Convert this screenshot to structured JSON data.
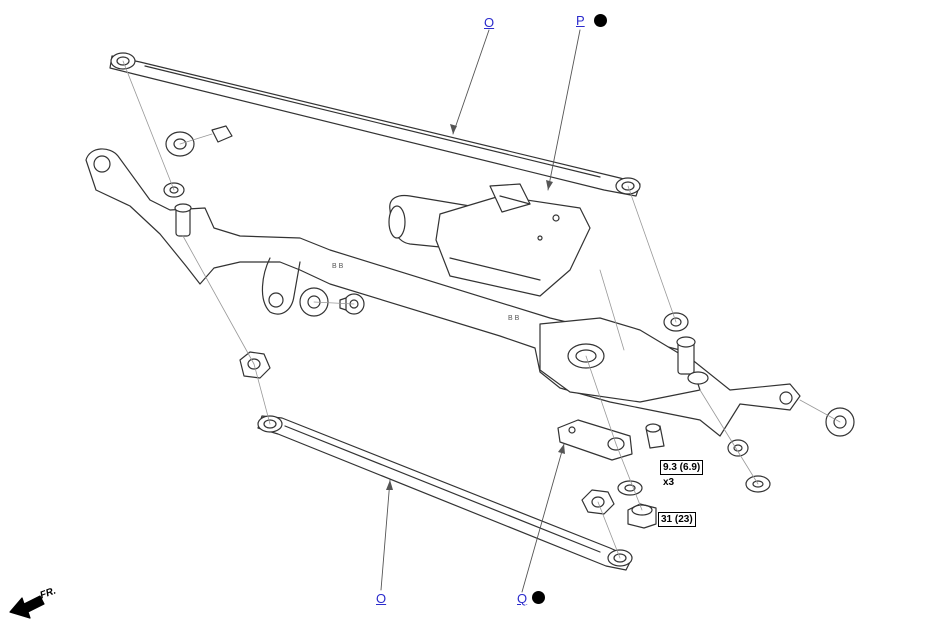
{
  "callouts": {
    "o_top": "O",
    "p_top": "P",
    "o_bottom": "O",
    "q_bottom": "Q"
  },
  "torque": {
    "bolt_spec": "9.3 (6.9)",
    "bolt_qty": "x3",
    "nut_spec": "31 (23)"
  },
  "direction": {
    "label": "FR."
  },
  "icons": {
    "marker": "filled-circle-icon",
    "arrow": "front-arrow-icon"
  },
  "colors": {
    "link": "#2b2bcc",
    "line": "#333333",
    "marker": "#000000"
  }
}
